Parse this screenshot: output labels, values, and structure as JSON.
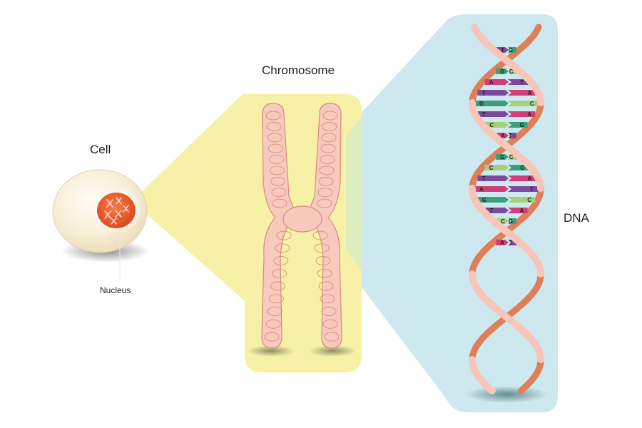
{
  "labels": {
    "cell": "Cell",
    "nucleus": "Nucleus",
    "chromosome": "Chromosome",
    "dna": "DNA"
  },
  "base_pairs": [
    [
      "T",
      "G"
    ],
    [
      "G",
      "C"
    ],
    [
      "A",
      "T"
    ],
    [
      "T",
      "A"
    ],
    [
      "G",
      "C"
    ],
    [
      "T",
      "A"
    ],
    [
      "C",
      "G"
    ],
    [
      "A",
      "T"
    ],
    [
      "G",
      "C"
    ],
    [
      "C",
      "G"
    ],
    [
      "T",
      "A"
    ],
    [
      "A",
      "T"
    ],
    [
      "G",
      "C"
    ],
    [
      "T",
      "A"
    ],
    [
      "C",
      "G"
    ],
    [
      "A",
      "T"
    ]
  ],
  "colors": {
    "cell_body": "#f6ead0",
    "nucleus": "#ee5a2e",
    "chromosome_panel": "#f6f1a6",
    "dna_panel": "#cde8ee",
    "chromosome": "#f8c9bd",
    "strand_front": "#f7c6b8",
    "strand_back": "#df7f5a",
    "base_T": "#7c4a9c",
    "base_A": "#cf3e78",
    "base_G": "#3aa07b",
    "base_C": "#a7d07c"
  }
}
